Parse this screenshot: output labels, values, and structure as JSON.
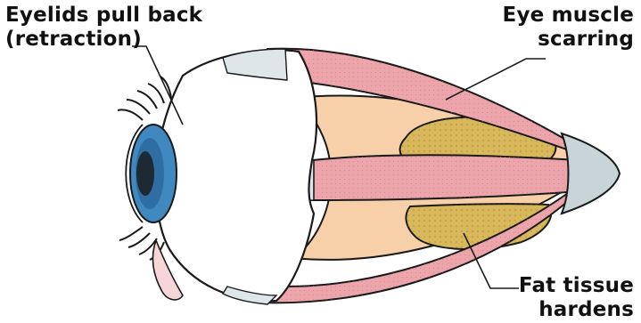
{
  "labels": {
    "eyelids": {
      "line1": "Eyelids pull back",
      "line2": "(retraction)"
    },
    "eye_muscle": {
      "line1": "Eye muscle",
      "line2": "scarring"
    },
    "fat_tissue": {
      "line1": "Fat tissue",
      "line2": "hardens"
    }
  },
  "colors": {
    "muscle": "#eca5aa",
    "muscle_dark": "#d97f88",
    "fat": "#d9b85c",
    "fat_dark": "#b8963e",
    "orbit_fill": "#f7cfa9",
    "tendon": "#c9d4d9",
    "iris": "#3f88c0",
    "iris_dark": "#2a6496",
    "pupil": "#1d2a33",
    "outline": "#1a1a1a"
  }
}
